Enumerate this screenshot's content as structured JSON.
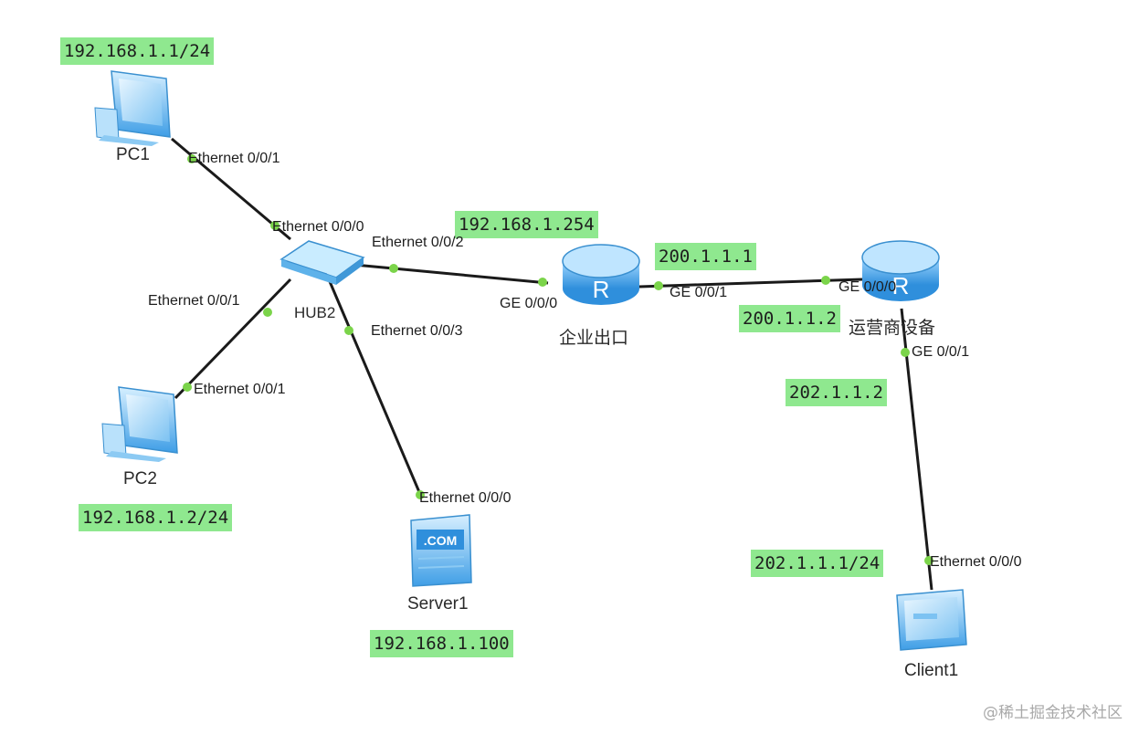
{
  "devices": {
    "pc1": {
      "name": "PC1",
      "ip": "192.168.1.1/24"
    },
    "pc2": {
      "name": "PC2",
      "ip": "192.168.1.2/24"
    },
    "hub": {
      "name": "HUB2"
    },
    "server": {
      "name": "Server1",
      "ip": "192.168.1.100",
      "badge": ".COM"
    },
    "router_ent": {
      "name": "企业出口",
      "ip": "192.168.1.254",
      "ip_wan": "200.1.1.1"
    },
    "router_isp": {
      "name": "运营商设备",
      "ip_in": "200.1.1.2",
      "ip_out": "202.1.1.2"
    },
    "client": {
      "name": "Client1",
      "ip": "202.1.1.1/24"
    }
  },
  "ports": {
    "pc1_eth": "Ethernet 0/0/1",
    "hub_eth0": "Ethernet 0/0/0",
    "hub_eth2": "Ethernet 0/0/2",
    "hub_eth1": "Ethernet 0/0/1",
    "pc2_eth": "Ethernet 0/0/1",
    "hub_eth3": "Ethernet 0/0/3",
    "server_eth": "Ethernet 0/0/0",
    "ent_ge0": "GE 0/0/0",
    "ent_ge1": "GE 0/0/1",
    "isp_ge0": "GE 0/0/0",
    "isp_ge1": "GE 0/0/1",
    "client_eth": "Ethernet 0/0/0"
  },
  "watermark": "@稀土掘金技术社区",
  "colors": {
    "label_bg": "#8fe88f",
    "link": "#1a1a1a",
    "port_dot": "#7bd44a",
    "device_blue": "#4aa8e8"
  }
}
